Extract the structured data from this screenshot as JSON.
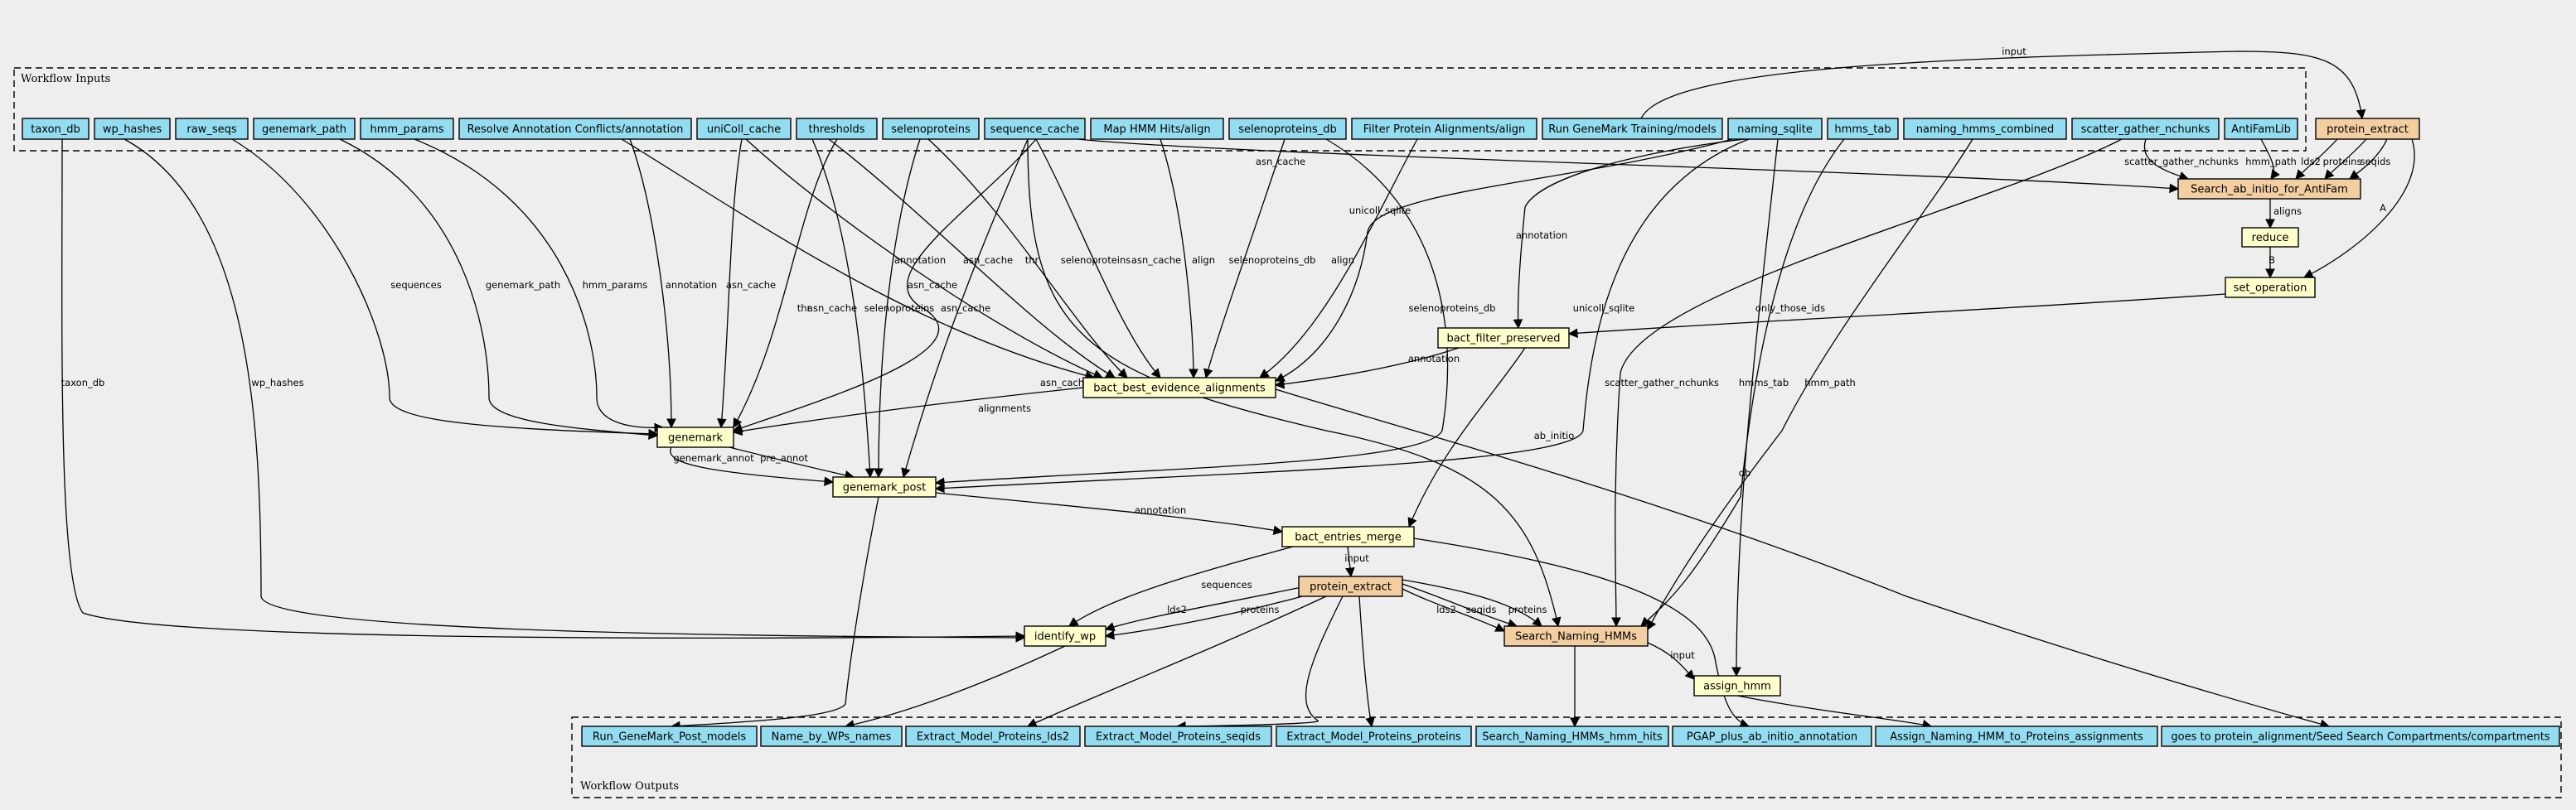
{
  "clusters": {
    "inputs_title": "Workflow Inputs",
    "outputs_title": "Workflow Outputs"
  },
  "colors": {
    "input": "#94ddf0",
    "step": "#ffffcc",
    "subworkflow": "#f3cea1",
    "background": "#eeeeee"
  },
  "nodes": [
    {
      "id": "taxon_db",
      "label": "taxon_db",
      "kind": "input"
    },
    {
      "id": "wp_hashes",
      "label": "wp_hashes",
      "kind": "input"
    },
    {
      "id": "raw_seqs",
      "label": "raw_seqs",
      "kind": "input"
    },
    {
      "id": "genemark_path",
      "label": "genemark_path",
      "kind": "input"
    },
    {
      "id": "hmm_params",
      "label": "hmm_params",
      "kind": "input"
    },
    {
      "id": "resolve",
      "label": "Resolve Annotation Conflicts/annotation",
      "kind": "input"
    },
    {
      "id": "unicoll_cache",
      "label": "uniColl_cache",
      "kind": "input"
    },
    {
      "id": "thresholds",
      "label": "thresholds",
      "kind": "input"
    },
    {
      "id": "selenoproteins",
      "label": "selenoproteins",
      "kind": "input"
    },
    {
      "id": "sequence_cache",
      "label": "sequence_cache",
      "kind": "input"
    },
    {
      "id": "map_hmm",
      "label": "Map HMM Hits/align",
      "kind": "input"
    },
    {
      "id": "selenoproteins_db",
      "label": "selenoproteins_db",
      "kind": "input"
    },
    {
      "id": "filter_prot",
      "label": "Filter Protein Alignments/align",
      "kind": "input"
    },
    {
      "id": "run_genemark",
      "label": "Run GeneMark Training/models",
      "kind": "input"
    },
    {
      "id": "naming_sqlite",
      "label": "naming_sqlite",
      "kind": "input"
    },
    {
      "id": "hmms_tab",
      "label": "hmms_tab",
      "kind": "input"
    },
    {
      "id": "naming_hmms_combined",
      "label": "naming_hmms_combined",
      "kind": "input"
    },
    {
      "id": "scatter",
      "label": "scatter_gather_nchunks",
      "kind": "input"
    },
    {
      "id": "antifamlib",
      "label": "AntiFamLib",
      "kind": "input"
    },
    {
      "id": "protein_extract_top",
      "label": "protein_extract",
      "kind": "subworkflow"
    },
    {
      "id": "search_antifam",
      "label": "Search_ab_initio_for_AntiFam",
      "kind": "subworkflow"
    },
    {
      "id": "reduce",
      "label": "reduce",
      "kind": "step"
    },
    {
      "id": "set_operation",
      "label": "set_operation",
      "kind": "step"
    },
    {
      "id": "bact_filter",
      "label": "bact_filter_preserved",
      "kind": "step"
    },
    {
      "id": "bact_best",
      "label": "bact_best_evidence_alignments",
      "kind": "step"
    },
    {
      "id": "genemark",
      "label": "genemark",
      "kind": "step"
    },
    {
      "id": "genemark_post",
      "label": "genemark_post",
      "kind": "step"
    },
    {
      "id": "bact_entries",
      "label": "bact_entries_merge",
      "kind": "step"
    },
    {
      "id": "protein_extract_mid",
      "label": "protein_extract",
      "kind": "subworkflow"
    },
    {
      "id": "identify_wp",
      "label": "identify_wp",
      "kind": "step"
    },
    {
      "id": "search_naming",
      "label": "Search_Naming_HMMs",
      "kind": "subworkflow"
    },
    {
      "id": "assign_hmm",
      "label": "assign_hmm",
      "kind": "step"
    },
    {
      "id": "out_run_genemark",
      "label": "Run_GeneMark_Post_models",
      "kind": "input"
    },
    {
      "id": "out_name_wp",
      "label": "Name_by_WPs_names",
      "kind": "input"
    },
    {
      "id": "out_lds2",
      "label": "Extract_Model_Proteins_lds2",
      "kind": "input"
    },
    {
      "id": "out_seqids",
      "label": "Extract_Model_Proteins_seqids",
      "kind": "input"
    },
    {
      "id": "out_proteins",
      "label": "Extract_Model_Proteins_proteins",
      "kind": "input"
    },
    {
      "id": "out_hmm_hits",
      "label": "Search_Naming_HMMs_hmm_hits",
      "kind": "input"
    },
    {
      "id": "out_pgap",
      "label": "PGAP_plus_ab_initio_annotation",
      "kind": "input"
    },
    {
      "id": "out_assign",
      "label": "Assign_Naming_HMM_to_Proteins_assignments",
      "kind": "input"
    },
    {
      "id": "out_goes",
      "label": "goes to protein_alignment/Seed Search Compartments/compartments",
      "kind": "input"
    }
  ],
  "edges": [
    {
      "from": "run_genemark",
      "to": "protein_extract_top",
      "label": "input"
    },
    {
      "from": "sequence_cache",
      "to": "search_antifam",
      "label": "asn_cache"
    },
    {
      "from": "scatter",
      "to": "search_antifam",
      "label": "scatter_gather_nchunks"
    },
    {
      "from": "antifamlib",
      "to": "search_antifam",
      "label": "hmm_path"
    },
    {
      "from": "protein_extract_top",
      "to": "search_antifam",
      "label": "lds2"
    },
    {
      "from": "protein_extract_top",
      "to": "search_antifam",
      "label": "proteins"
    },
    {
      "from": "protein_extract_top",
      "to": "search_antifam",
      "label": "seqids"
    },
    {
      "from": "protein_extract_top",
      "to": "set_operation",
      "label": "A"
    },
    {
      "from": "search_antifam",
      "to": "reduce",
      "label": "aligns"
    },
    {
      "from": "reduce",
      "to": "set_operation",
      "label": "B"
    },
    {
      "from": "set_operation",
      "to": "bact_filter",
      "label": "only_those_ids"
    },
    {
      "from": "naming_sqlite",
      "to": "bact_filter",
      "label": "annotation"
    },
    {
      "from": "bact_filter",
      "to": "bact_best",
      "label": "annotation"
    },
    {
      "from": "resolve",
      "to": "bact_best",
      "label": "annotation"
    },
    {
      "from": "unicoll_cache",
      "to": "bact_best",
      "label": "asn_cache"
    },
    {
      "from": "thresholds",
      "to": "bact_best",
      "label": "thr"
    },
    {
      "from": "selenoproteins",
      "to": "bact_best",
      "label": "selenoproteins"
    },
    {
      "from": "sequence_cache",
      "to": "bact_best",
      "label": "asn_cache"
    },
    {
      "from": "map_hmm",
      "to": "bact_best",
      "label": "align"
    },
    {
      "from": "selenoproteins_db",
      "to": "bact_best",
      "label": "selenoproteins_db"
    },
    {
      "from": "filter_prot",
      "to": "bact_best",
      "label": "align"
    },
    {
      "from": "naming_sqlite",
      "to": "bact_best",
      "label": "unicoll_sqlite"
    },
    {
      "from": "raw_seqs",
      "to": "genemark",
      "label": "sequences"
    },
    {
      "from": "genemark_path",
      "to": "genemark",
      "label": "genemark_path"
    },
    {
      "from": "hmm_params",
      "to": "genemark",
      "label": "hmm_params"
    },
    {
      "from": "resolve",
      "to": "genemark",
      "label": "annotation"
    },
    {
      "from": "unicoll_cache",
      "to": "genemark",
      "label": "asn_cache"
    },
    {
      "from": "thresholds",
      "to": "genemark",
      "label": "thr"
    },
    {
      "from": "sequence_cache",
      "to": "genemark",
      "label": "asn_cache"
    },
    {
      "from": "bact_best",
      "to": "genemark",
      "label": "alignments"
    },
    {
      "from": "genemark",
      "to": "genemark_post",
      "label": "genemark_annot"
    },
    {
      "from": "genemark",
      "to": "genemark_post",
      "label": "pre_annot"
    },
    {
      "from": "thresholds",
      "to": "genemark_post",
      "label": "asn_cache"
    },
    {
      "from": "selenoproteins",
      "to": "genemark_post",
      "label": "selenoproteins"
    },
    {
      "from": "sequence_cache",
      "to": "genemark_post",
      "label": "asn_cache"
    },
    {
      "from": "selenoproteins_db",
      "to": "genemark_post",
      "label": "selenoproteins_db"
    },
    {
      "from": "naming_sqlite",
      "to": "genemark_post",
      "label": "unicoll_sqlite"
    },
    {
      "from": "genemark_post",
      "to": "bact_entries",
      "label": "annotation"
    },
    {
      "from": "bact_filter",
      "to": "bact_entries",
      "label": "ab_initio"
    },
    {
      "from": "bact_entries",
      "to": "protein_extract_mid",
      "label": "input"
    },
    {
      "from": "bact_entries",
      "to": "identify_wp",
      "label": "sequences"
    },
    {
      "from": "protein_extract_mid",
      "to": "identify_wp",
      "label": "lds2"
    },
    {
      "from": "protein_extract_mid",
      "to": "identify_wp",
      "label": "proteins"
    },
    {
      "from": "taxon_db",
      "to": "identify_wp",
      "label": "taxon_db"
    },
    {
      "from": "wp_hashes",
      "to": "identify_wp",
      "label": "wp_hashes"
    },
    {
      "from": "protein_extract_mid",
      "to": "search_naming",
      "label": "lds2"
    },
    {
      "from": "protein_extract_mid",
      "to": "search_naming",
      "label": "seqids"
    },
    {
      "from": "protein_extract_mid",
      "to": "search_naming",
      "label": "proteins"
    },
    {
      "from": "sequence_cache",
      "to": "search_naming",
      "label": "asn_cache"
    },
    {
      "from": "scatter",
      "to": "search_naming",
      "label": "scatter_gather_nchunks"
    },
    {
      "from": "hmms_tab",
      "to": "search_naming",
      "label": "hmms_tab"
    },
    {
      "from": "naming_hmms_combined",
      "to": "search_naming",
      "label": "hmm_path"
    },
    {
      "from": "search_naming",
      "to": "assign_hmm",
      "label": "input"
    },
    {
      "from": "naming_sqlite",
      "to": "assign_hmm",
      "label": "db"
    }
  ]
}
